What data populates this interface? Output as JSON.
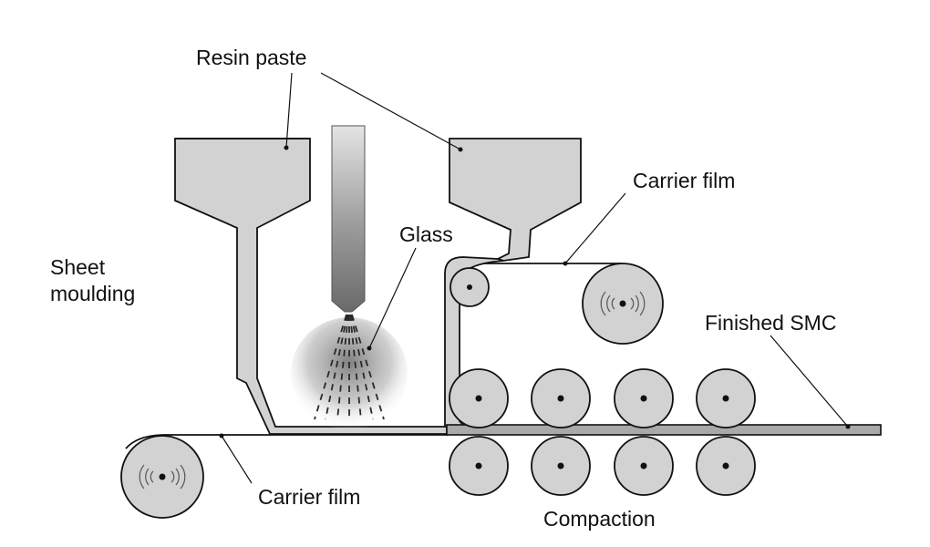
{
  "labels": {
    "resin_paste": "Resin paste",
    "sheet_moulding_line1": "Sheet",
    "sheet_moulding_line2": "moulding",
    "glass": "Glass",
    "carrier_film_top": "Carrier film",
    "finished_smc": "Finished SMC",
    "carrier_film_bottom": "Carrier film",
    "compaction": "Compaction"
  },
  "colors": {
    "ink": "#111111",
    "component_fill": "#d2d2d2",
    "smc_fill": "#a9a9a9",
    "glass_fiber": "#2a2a2a",
    "background": "#ffffff"
  }
}
